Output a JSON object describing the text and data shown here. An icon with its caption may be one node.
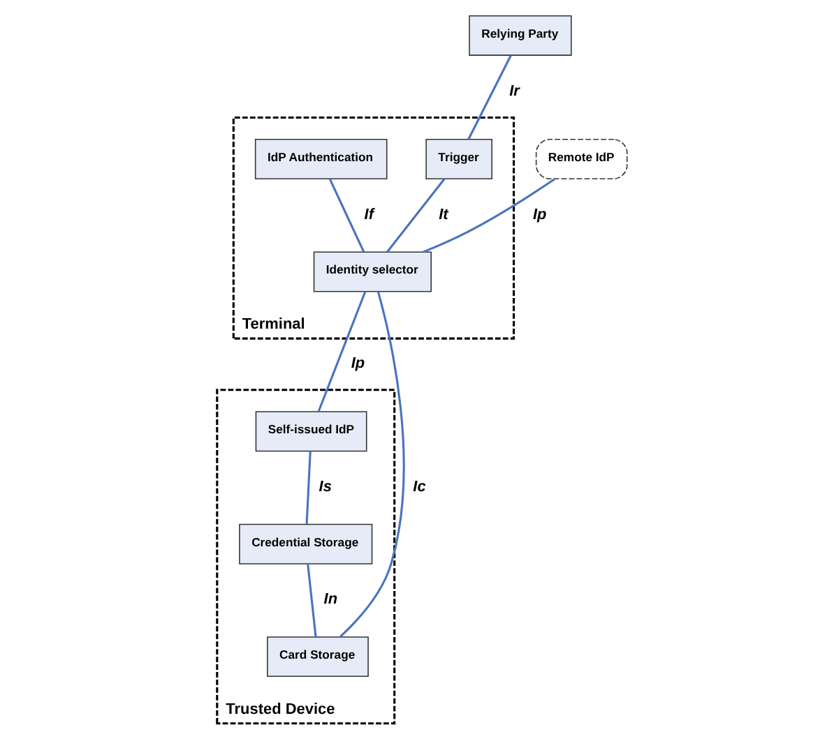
{
  "diagram": {
    "nodes": [
      {
        "text": [
          "Relying Party"
        ]
      },
      {
        "text": [
          "Terminal"
        ]
      },
      {
        "text": [
          "Trigger"
        ],
        "in": 1
      },
      {
        "text": [
          "IdP Authentication"
        ],
        "in": 1
      },
      {
        "text": [
          "Identity selector"
        ],
        "in": 1
      },
      {
        "text": [
          "Remote IdP"
        ]
      },
      {
        "text": [
          "Trusted Device"
        ]
      },
      {
        "text": [
          "Self-issued IdP"
        ],
        "in": 6
      },
      {
        "text": [
          "Credential Storage"
        ],
        "in": 6
      },
      {
        "text": [
          "Card Storage"
        ],
        "in": 6
      }
    ],
    "edges": [
      {
        "from": 0,
        "to": 2,
        "arrow": "none",
        "label": "Ir"
      },
      {
        "from": 2,
        "to": 4,
        "arrow": "none",
        "label": "It"
      },
      {
        "from": 3,
        "to": 4,
        "arrow": "none",
        "label": "If"
      },
      {
        "from": 4,
        "to": 5,
        "arrow": "none",
        "label": "Ip"
      },
      {
        "from": 4,
        "to": 7,
        "arrow": "none",
        "label": "Ip"
      },
      {
        "from": 4,
        "to": 9,
        "arrow": "none",
        "label": "Ic"
      },
      {
        "from": 7,
        "to": 8,
        "arrow": "none",
        "label": "Is"
      },
      {
        "from": 8,
        "to": 9,
        "arrow": "none",
        "label": "In"
      }
    ]
  }
}
